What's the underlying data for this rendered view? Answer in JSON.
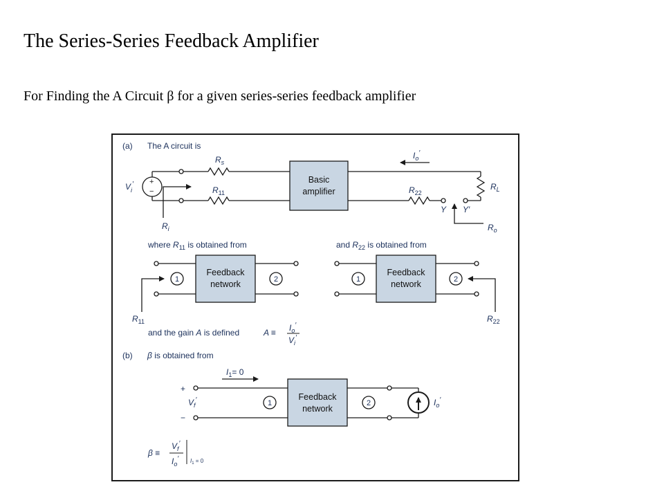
{
  "title": "The Series-Series Feedback Amplifier",
  "subtitle": "For Finding the A Circuit β for a given series-series feedback amplifier",
  "figure": {
    "part_a_label": "(a)",
    "part_a_text": "The A circuit is",
    "basic_amplifier": [
      "Basic",
      "amplifier"
    ],
    "feedback_network": [
      "Feedback",
      "network"
    ],
    "where_r11_prefix": "where",
    "where_r11_suffix": "is obtained from",
    "and_r22_prefix": "and",
    "and_r22_suffix": "is obtained from",
    "gain_text": "and the gain",
    "gain_is_defined": "is defined",
    "part_b_label": "(b)",
    "part_b_text": "is obtained from",
    "i1_eq": "= 0",
    "port1": "1",
    "port2": "2",
    "plus": "+",
    "minus": "−",
    "node_y": "Y",
    "node_yprime": "Y′",
    "colors": {
      "box_fill": "#c9d6e3",
      "box_stroke": "#1a1a1a",
      "frame": "#1a1a1a",
      "label": "#1a2f5a"
    }
  }
}
